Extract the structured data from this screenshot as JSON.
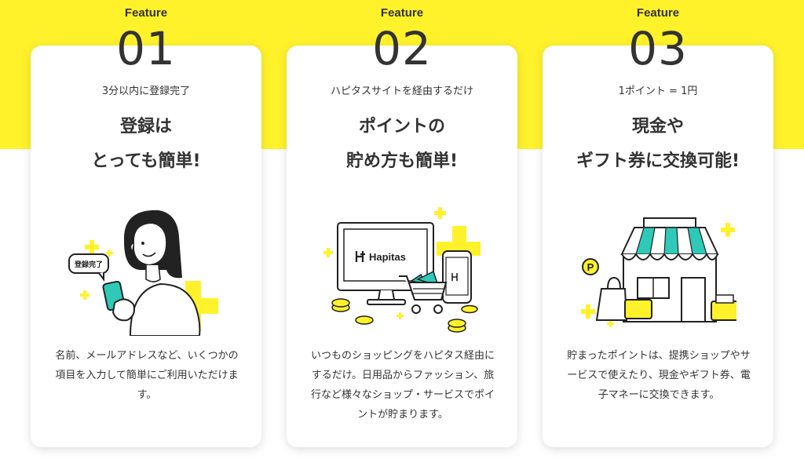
{
  "features": [
    {
      "label": "Feature",
      "number": "01",
      "subtitle": "3分以内に登録完了",
      "headline_line1": "登録は",
      "headline_line2": "とっても簡単!",
      "bubble_text": "登録完了",
      "description": "名前、メールアドレスなど、いくつかの項目を入力して簡単にご利用いただけます。"
    },
    {
      "label": "Feature",
      "number": "02",
      "subtitle": "ハピタスサイトを経由するだけ",
      "headline_line1": "ポイントの",
      "headline_line2": "貯め方も簡単!",
      "logo_text": "Hapitas",
      "description": "いつものショッピングをハピタス経由にするだけ。日用品からファッション、旅行など様々なショップ・サービスでポイントが貯まります。"
    },
    {
      "label": "Feature",
      "number": "03",
      "subtitle": "1ポイント = 1円",
      "headline_line1": "現金や",
      "headline_line2": "ギフト券に交換可能!",
      "coin_text": "P",
      "description": "貯まったポイントは、提携ショップやサービスで使えたり、現金やギフト券、電子マネーに交換できます。"
    }
  ],
  "colors": {
    "accent_yellow": "#fff22b",
    "teal": "#2ec9b7",
    "ink": "#333333"
  }
}
